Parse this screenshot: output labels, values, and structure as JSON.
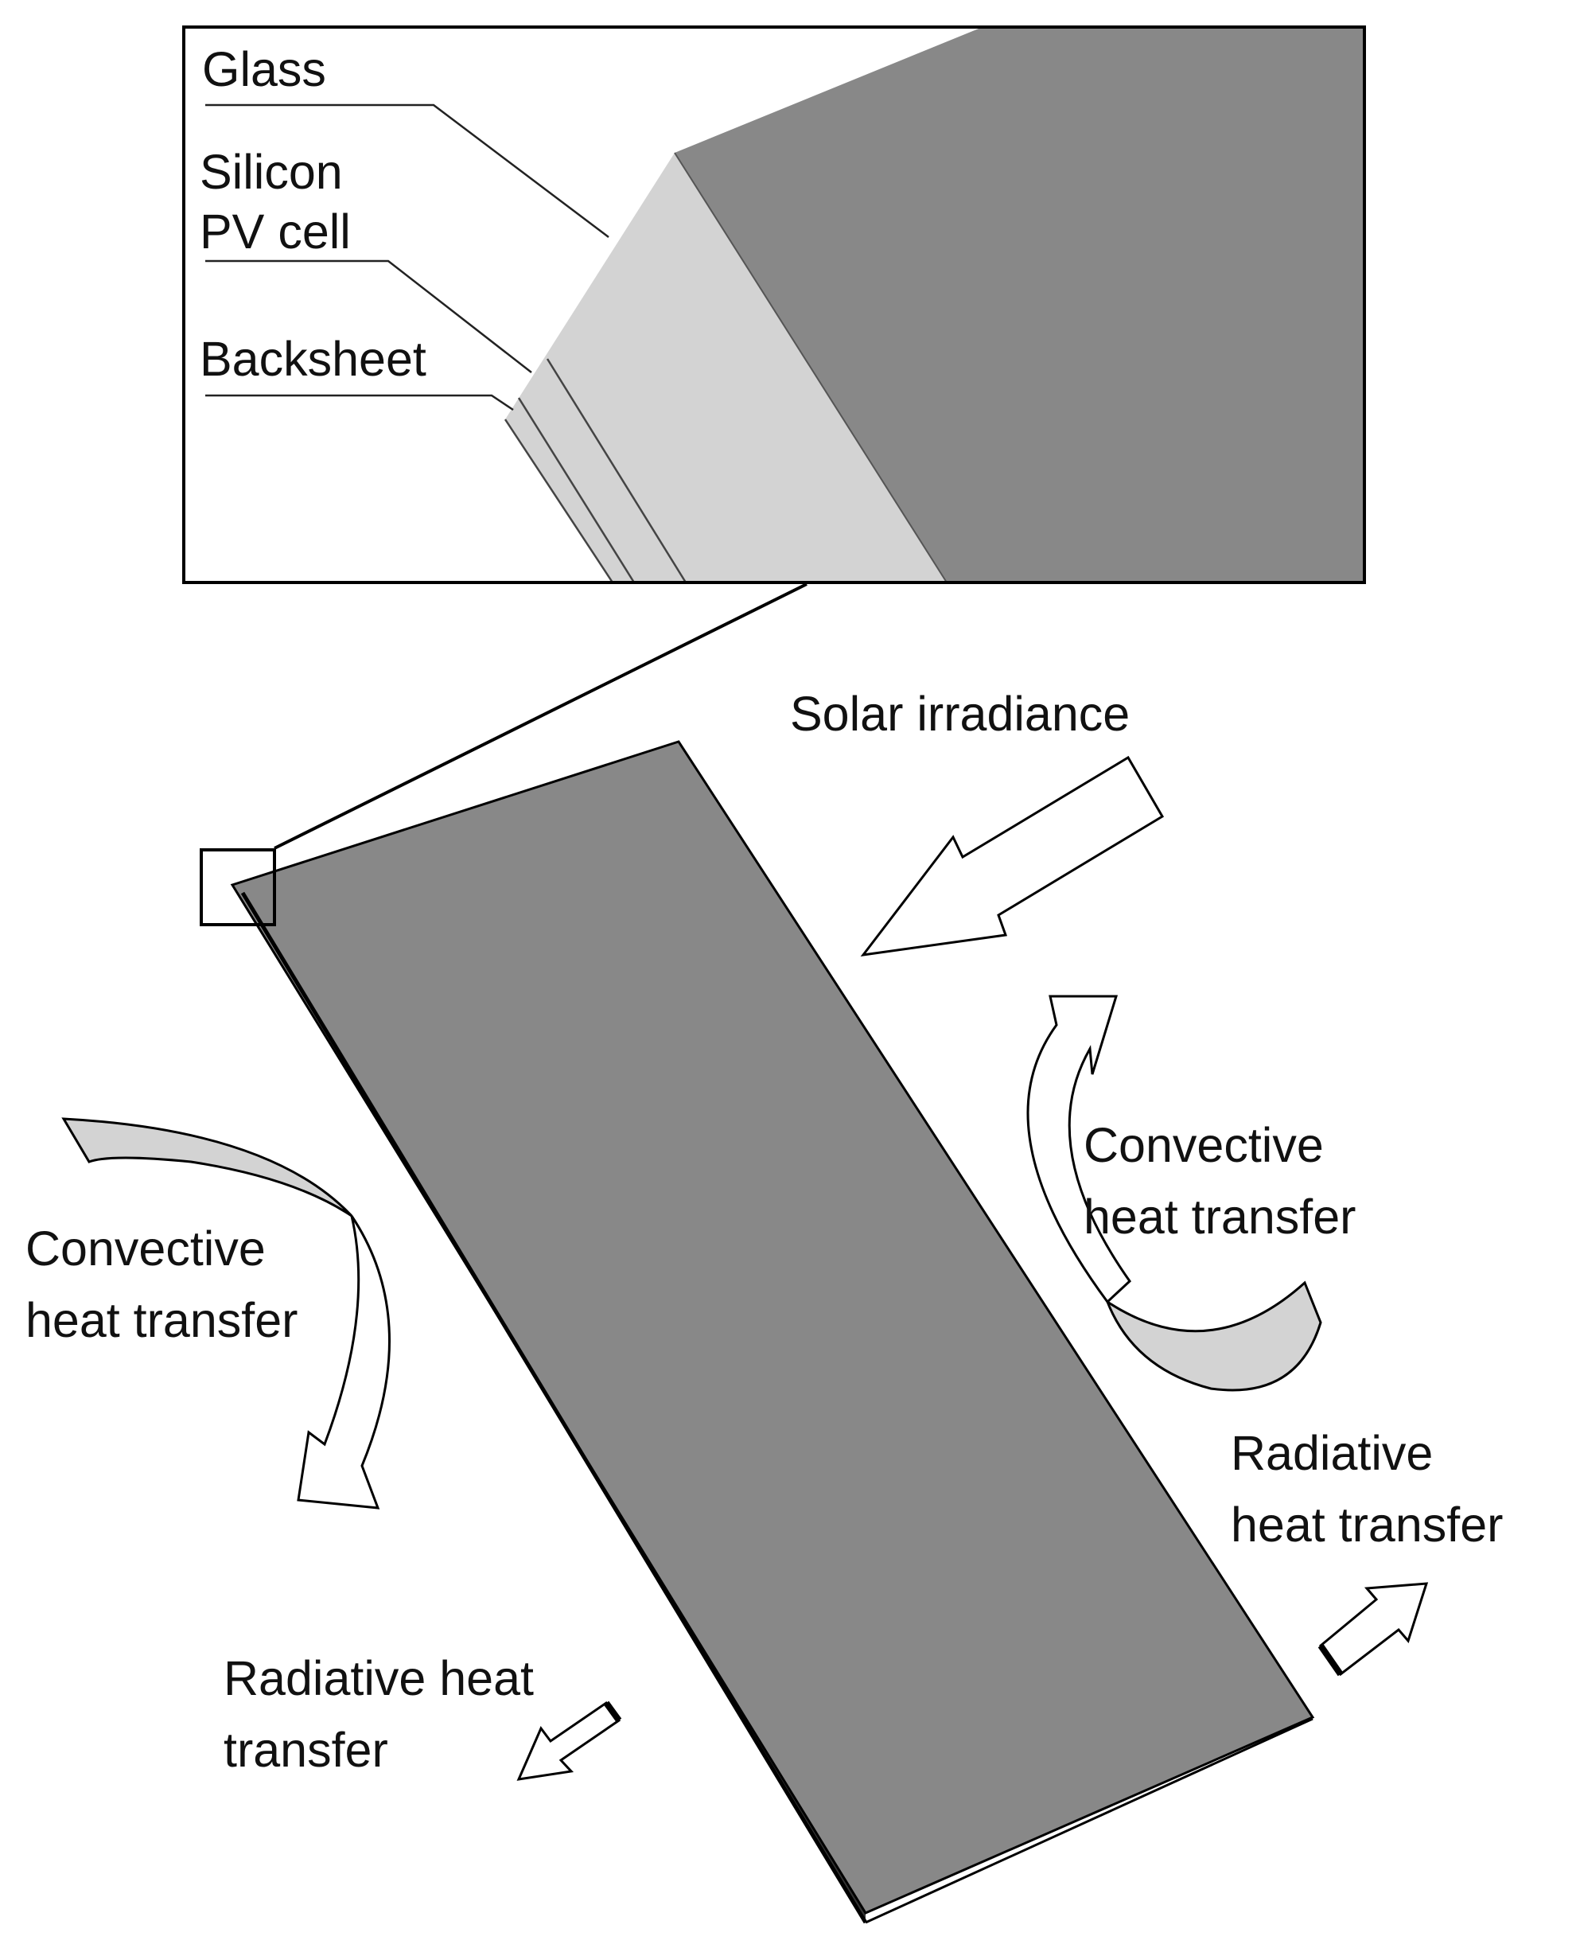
{
  "inset": {
    "labels": {
      "glass": "Glass",
      "silicon_line1": "Silicon",
      "silicon_line2": "PV cell",
      "backsheet": "Backsheet"
    }
  },
  "annotations": {
    "solar_irradiance": "Solar irradiance",
    "convective_right_line1": "Convective",
    "convective_right_line2": "heat transfer",
    "convective_left_line1": "Convective",
    "convective_left_line2": "heat transfer",
    "radiative_right_line1": "Radiative",
    "radiative_right_line2": "heat transfer",
    "radiative_left_line1": "Radiative heat",
    "radiative_left_line2": "transfer"
  },
  "colors": {
    "panel_face": "#888888",
    "glass_edge": "#d3d3d3",
    "arrow_fill": "#ffffff",
    "curved_arrow_tail": "#d3d3d3",
    "stroke": "#000000"
  }
}
